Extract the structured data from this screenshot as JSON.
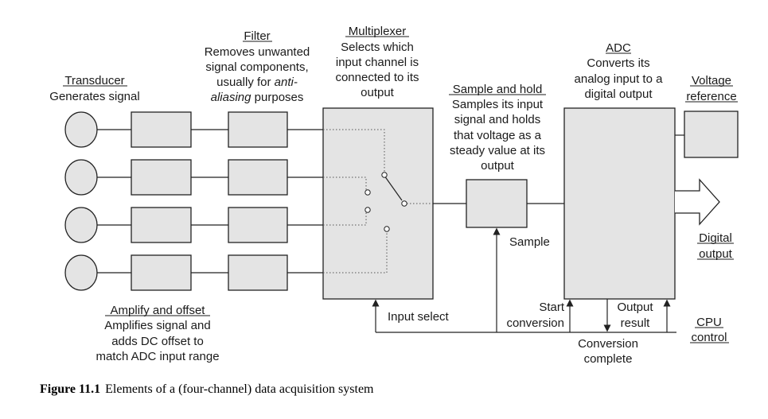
{
  "transducer": {
    "title": "Transducer",
    "desc": "Generates signal"
  },
  "filter": {
    "title": "Filter",
    "line1": "Removes unwanted",
    "line2": "signal components,",
    "line3a": "usually for ",
    "line3b": "anti-",
    "line4a": "aliasing",
    "line4b": " purposes"
  },
  "multiplexer": {
    "title": "Multiplexer",
    "line1": "Selects which",
    "line2": "input channel is",
    "line3": "connected to its",
    "line4": "output"
  },
  "sample_hold": {
    "title": "Sample and hold",
    "line1": "Samples its input",
    "line2": "signal and holds",
    "line3": "that voltage as a",
    "line4": "steady value at its",
    "line5": "output"
  },
  "adc": {
    "title": "ADC",
    "line1": "Converts its",
    "line2": "analog input to a",
    "line3": "digital output"
  },
  "voltage_reference": {
    "line1": "Voltage",
    "line2": "reference"
  },
  "digital_output": {
    "line1": "Digital",
    "line2": "output"
  },
  "amplify": {
    "title": "Amplify and offset",
    "line1": "Amplifies signal and",
    "line2": "adds DC offset to",
    "line3": "match ADC input range"
  },
  "signals": {
    "sample": "Sample",
    "input_select": "Input select",
    "start_line1": "Start",
    "start_line2": "conversion",
    "output_line1": "Output",
    "output_line2": "result",
    "conversion_line1": "Conversion",
    "conversion_line2": "complete"
  },
  "cpu_control": {
    "line1": "CPU",
    "line2": "control"
  },
  "caption": {
    "label": "Figure 11.1",
    "text": "Elements of a (four-channel) data acquisition system"
  }
}
